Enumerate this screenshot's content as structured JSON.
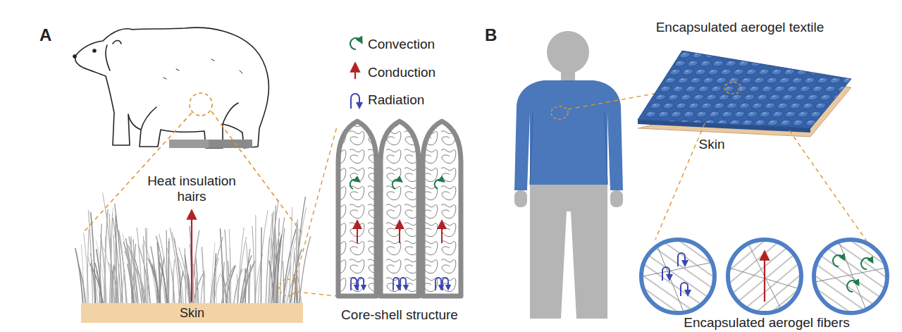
{
  "diagram": {
    "nodes": [
      {
        "text": [
          "Skin"
        ]
      }
    ],
    "labels": [
      "A",
      "Heat insulation hairs",
      "Core-shell structure",
      "B",
      "Encapsulated aerogel textile",
      "Skin",
      "Encapsulated aerogel fibers"
    ],
    "legend": [
      {
        "text": "Convection"
      },
      {
        "text": "Conduction"
      },
      {
        "text": "Radiation"
      }
    ]
  }
}
